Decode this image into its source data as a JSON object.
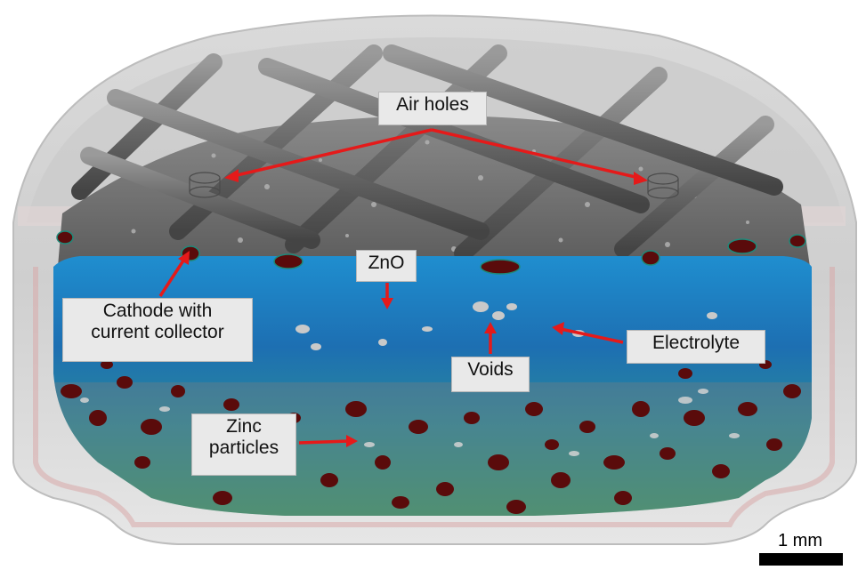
{
  "labels": {
    "air_holes": "Air holes",
    "zno": "ZnO",
    "cathode": "Cathode with\ncurrent collector",
    "electrolyte": "Electrolyte",
    "voids": "Voids",
    "zinc": "Zinc\nparticles"
  },
  "scale_bar": {
    "text": "1 mm"
  },
  "colors": {
    "arrow": "#e51a1a",
    "electrolyte_blue": "#1e74b8",
    "zinc_particle": "#5a0b0b",
    "mesh_gray": "#6e6e6e",
    "housing": "#d9d9d9"
  }
}
